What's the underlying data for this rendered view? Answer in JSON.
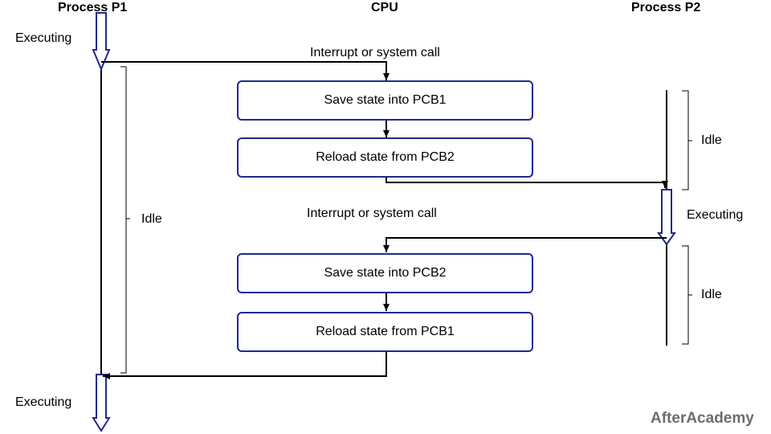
{
  "headers": {
    "p1": "Process P1",
    "cpu": "CPU",
    "p2": "Process P2"
  },
  "labels": {
    "p1_executing_top": "Executing",
    "p1_executing_bottom": "Executing",
    "p1_idle": "Idle",
    "p2_idle_top": "Idle",
    "p2_executing": "Executing",
    "p2_idle_bottom": "Idle",
    "interrupt_1": "Interrupt or system call",
    "interrupt_2": "Interrupt or system call"
  },
  "steps": [
    "Save state into PCB1",
    "Reload state from PCB2",
    "Save state into PCB2",
    "Reload state from PCB1"
  ],
  "brand": "AfterAcademy",
  "colors": {
    "accent": "#1f2a8a",
    "line": "#000000",
    "brand": "#6d6d6d"
  }
}
